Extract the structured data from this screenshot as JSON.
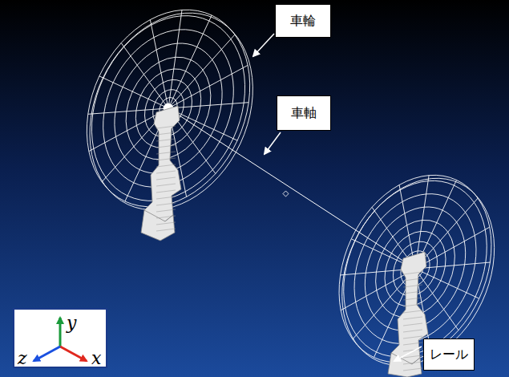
{
  "diagram": {
    "nodes": [
      {
        "text": [
          "車輪"
        ]
      },
      {
        "text": [
          "車軸"
        ]
      },
      {
        "text": [
          "レール"
        ]
      }
    ],
    "labels": [
      "y",
      "z",
      "x"
    ]
  }
}
